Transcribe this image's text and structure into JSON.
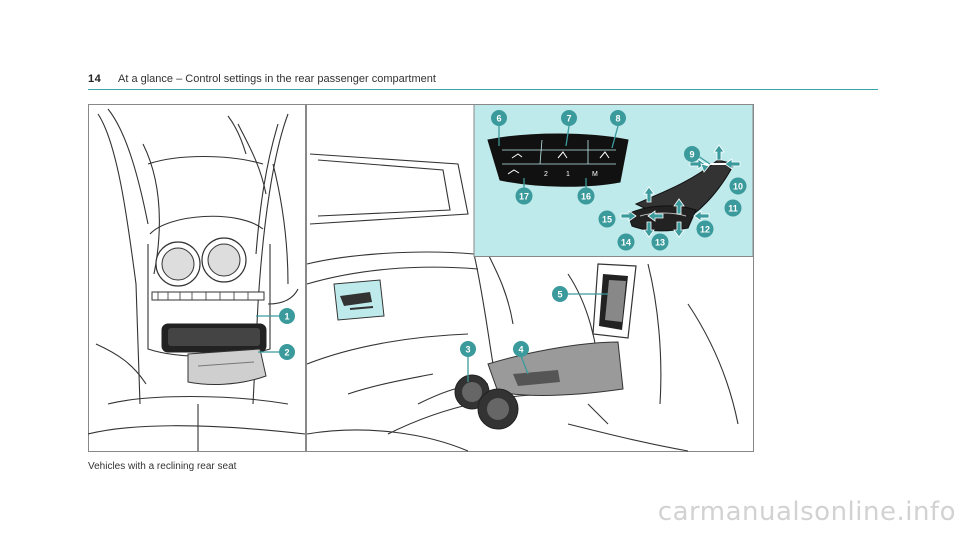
{
  "header": {
    "page_number": "14",
    "title": "At a glance – Control settings in the rear passenger compartment"
  },
  "figure": {
    "callouts": [
      "1",
      "2",
      "3",
      "4",
      "5",
      "6",
      "7",
      "8",
      "9",
      "10",
      "11",
      "12",
      "13",
      "14",
      "15",
      "16",
      "17"
    ],
    "keypad_labels": [
      "2",
      "1",
      "M"
    ]
  },
  "caption": "Vehicles with a reclining rear seat",
  "watermark": "carmanualsonline.info",
  "colors": {
    "accent": "#3aa3a6",
    "callout_fill": "#3b9a9c",
    "highlight_panel": "#bfeaeb",
    "line_art": "#333333"
  }
}
